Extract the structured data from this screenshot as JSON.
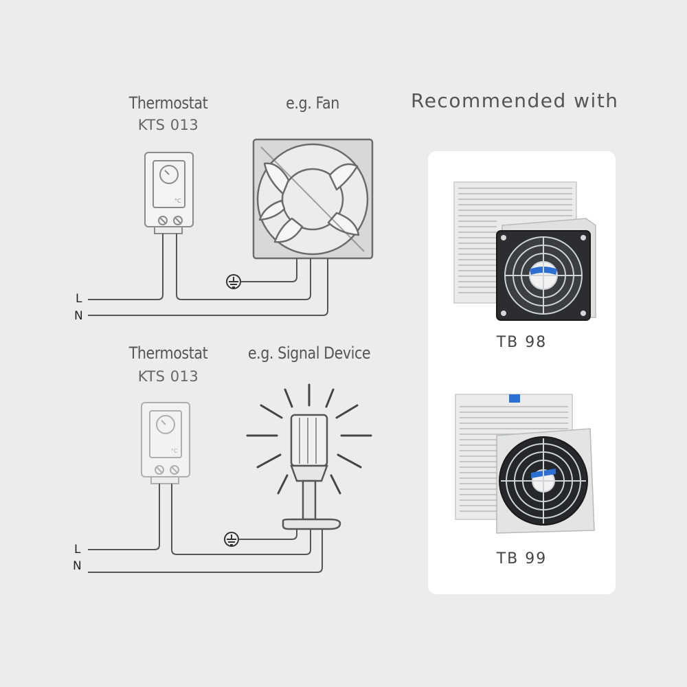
{
  "diagram_top": {
    "thermostat_title": "Thermostat",
    "thermostat_model": "KTS 013",
    "device_title": "e.g. Fan",
    "wire_l": "L",
    "wire_n": "N"
  },
  "diagram_bottom": {
    "thermostat_title": "Thermostat",
    "thermostat_model": "KTS 013",
    "device_title": "e.g. Signal Device",
    "wire_l": "L",
    "wire_n": "N"
  },
  "recommended": {
    "heading": "Recommended with",
    "products": [
      {
        "name": "TB 98"
      },
      {
        "name": "TB 99"
      }
    ]
  },
  "colors": {
    "background": "#ececec",
    "panel": "#ffffff",
    "line": "#555555",
    "accent_blue": "#2a6fd1"
  }
}
